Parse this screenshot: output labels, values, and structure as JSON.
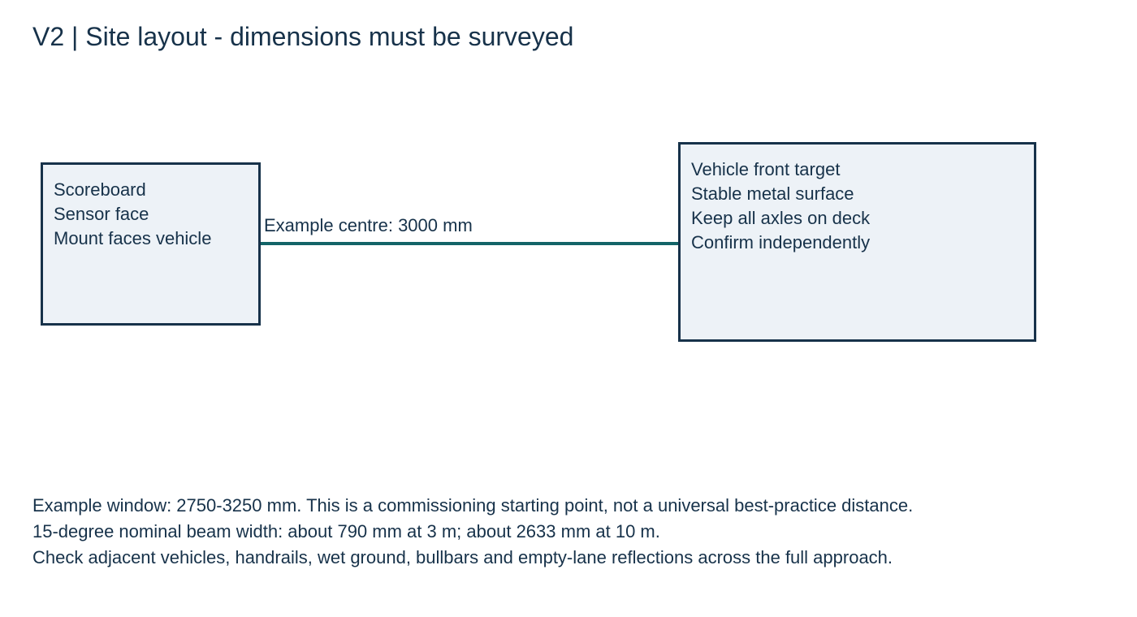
{
  "title": "V2 | Site layout - dimensions must be surveyed",
  "colors": {
    "text": "#17324a",
    "box_fill": "#edf2f7",
    "box_border": "#17324a",
    "connector": "#136468"
  },
  "sensor_box": {
    "lines": [
      "Scoreboard",
      "Sensor face",
      "Mount faces vehicle"
    ]
  },
  "target_box": {
    "lines": [
      "Vehicle front target",
      "Stable metal surface",
      "Keep all axles on deck",
      "Confirm independently"
    ]
  },
  "distance": {
    "label": "Example centre: 3000 mm"
  },
  "notes": [
    "Example window: 2750-3250 mm. This is a commissioning starting point, not a universal best-practice distance.",
    "15-degree nominal beam width: about 790 mm at 3 m; about 2633 mm at 10 m.",
    "Check adjacent vehicles, handrails, wet ground, bullbars and empty-lane reflections across the full approach."
  ]
}
